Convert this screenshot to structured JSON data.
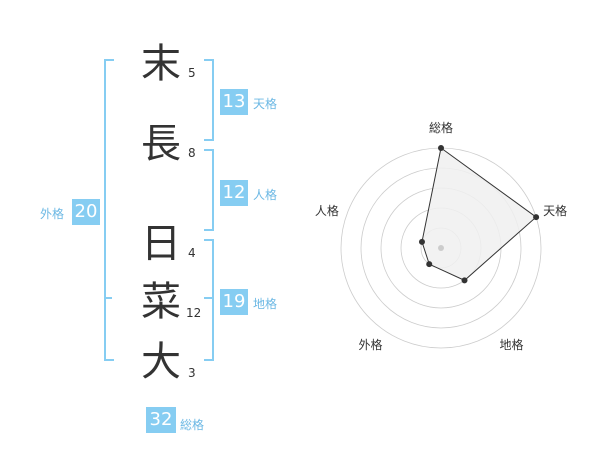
{
  "name_chars": [
    {
      "char": "末",
      "strokes": "5"
    },
    {
      "char": "長",
      "strokes": "8"
    },
    {
      "char": "日",
      "strokes": "4"
    },
    {
      "char": "菜",
      "strokes": "12"
    },
    {
      "char": "大",
      "strokes": "3"
    }
  ],
  "fortunes": {
    "tenkaku": {
      "value": "13",
      "label": "天格"
    },
    "jinkaku": {
      "value": "12",
      "label": "人格"
    },
    "chikaku": {
      "value": "19",
      "label": "地格"
    },
    "gaikaku": {
      "value": "20",
      "label": "外格"
    },
    "soukaku": {
      "value": "32",
      "label": "総格"
    }
  },
  "radar": {
    "axes": [
      "総格",
      "天格",
      "地格",
      "外格",
      "人格"
    ],
    "scores": [
      5,
      5,
      2,
      1,
      1
    ],
    "max_score": 5,
    "ring_count": 5
  },
  "colors": {
    "accent": "#86cdf2",
    "label_text": "#6cb8e4",
    "char_text": "#333333",
    "radar_fill": "#f0f0f0",
    "radar_ring": "#cccccc"
  }
}
